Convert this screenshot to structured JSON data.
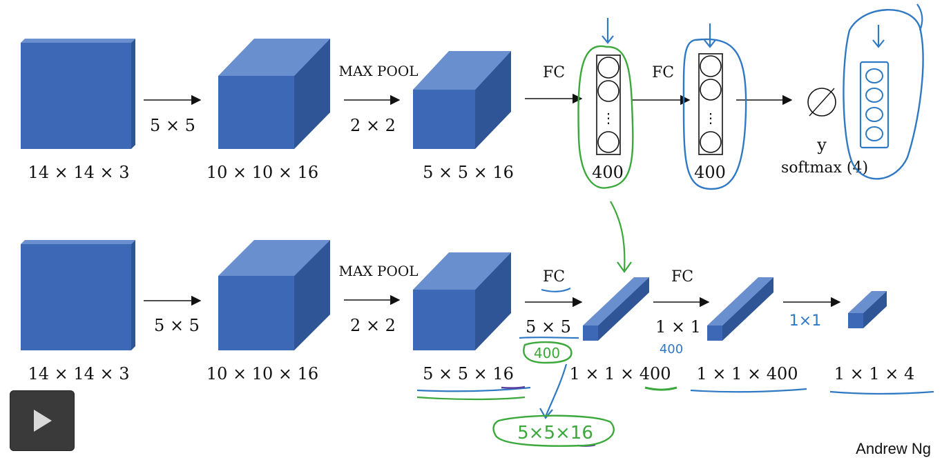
{
  "colors": {
    "box_front": "#3d68b6",
    "box_top": "#6a8fcf",
    "box_side": "#2f5597",
    "ink_green": "#3aa83a",
    "ink_blue": "#2e78c4",
    "ink_purple": "#5b3fa0",
    "ink_black": "#111111"
  },
  "top_row": {
    "labels": {
      "input": "14 × 14 × 3",
      "conv_out": "10 × 10 × 16",
      "pool_out": "5 × 5 × 16",
      "fc1_units": "400",
      "fc2_units": "400",
      "y": "y",
      "softmax": "softmax (4)"
    },
    "ops": {
      "conv": "5 × 5",
      "maxpool": "MAX POOL",
      "pool_size": "2 × 2",
      "fc1": "FC",
      "fc2": "FC"
    },
    "neuron_ellipsis": "⋮"
  },
  "bottom_row": {
    "labels": {
      "input": "14 × 14 × 3",
      "conv_out": "10 × 10 × 16",
      "pool_out": "5 × 5 × 16",
      "fc1_out": "1 × 1 × 400",
      "fc2_out": "1 × 1 × 400",
      "final_out": "1 × 1 × 4"
    },
    "ops": {
      "conv": "5 × 5",
      "maxpool": "MAX POOL",
      "pool_size": "2 × 2",
      "fc1": "FC",
      "fc1_size": "5 × 5",
      "fc2": "FC",
      "fc2_size": "1 × 1"
    }
  },
  "annotations": {
    "num_filters": "400",
    "num_filters_small": "400",
    "filter_shape": "5×5×16",
    "last_conv": "1×1"
  },
  "footer": {
    "author": "Andrew Ng"
  },
  "player": {
    "play_icon": "play-icon"
  }
}
